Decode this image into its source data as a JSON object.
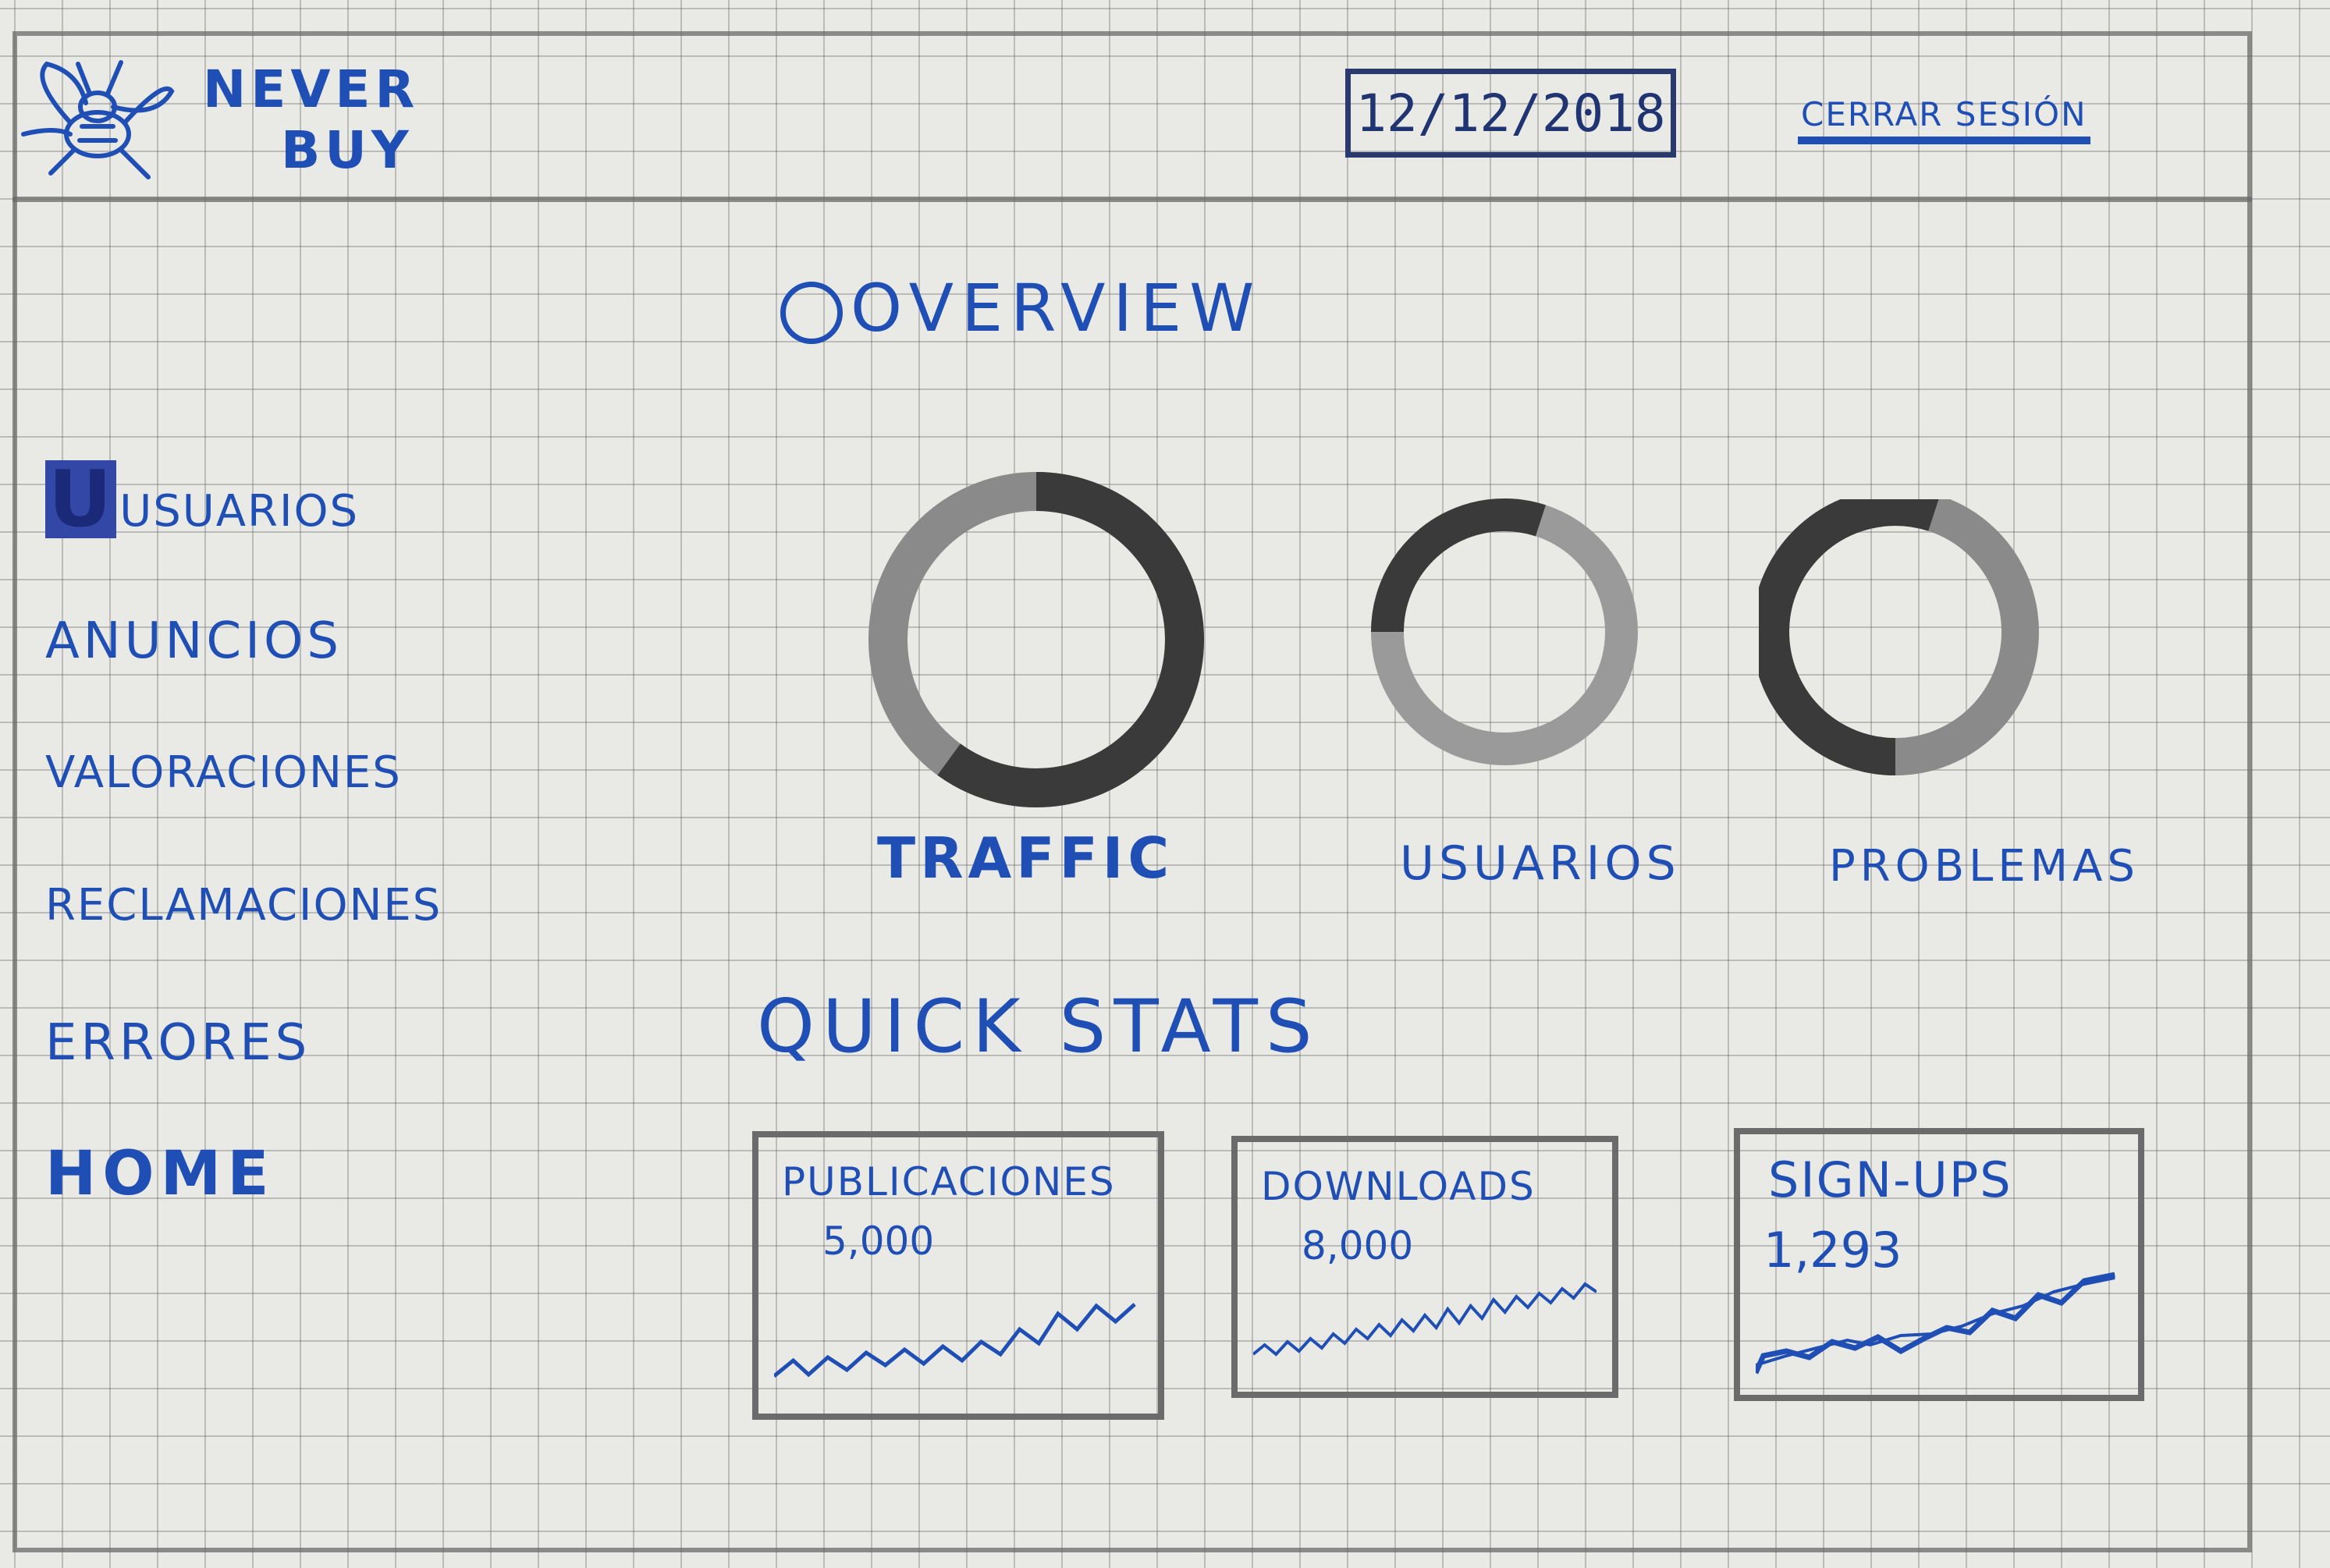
{
  "header": {
    "logo": {
      "line1": "NEVER",
      "line2": "BUY"
    },
    "date": "12/12/2018",
    "logout_label": "CERRAR SESIÓN"
  },
  "sidebar": {
    "items": [
      {
        "label": "USUARIOS"
      },
      {
        "label": "ANUNCIOS"
      },
      {
        "label": "VALORACIONES"
      },
      {
        "label": "RECLAMACIONES"
      },
      {
        "label": "ERRORES"
      },
      {
        "label": "HOME"
      }
    ]
  },
  "overview": {
    "title": "OVERVIEW",
    "donuts": [
      {
        "label": "TRAFFIC",
        "fraction": 0.6
      },
      {
        "label": "USUARIOS",
        "fraction": 0.3
      },
      {
        "label": "PROBLEMAS",
        "fraction": 0.55
      }
    ]
  },
  "quick_stats": {
    "title": "QUICK STATS",
    "cards": [
      {
        "label": "PUBLICACIONES",
        "value": "5,000"
      },
      {
        "label": "DOWNLOADS",
        "value": "8,000"
      },
      {
        "label": "SIGN-UPS",
        "value": "1,293"
      }
    ]
  },
  "colors": {
    "ink": "#1f4fb4",
    "pencil_dark": "#3a3a3a",
    "pencil_light": "#8a8a8a",
    "grid": "#5a5a5a"
  }
}
